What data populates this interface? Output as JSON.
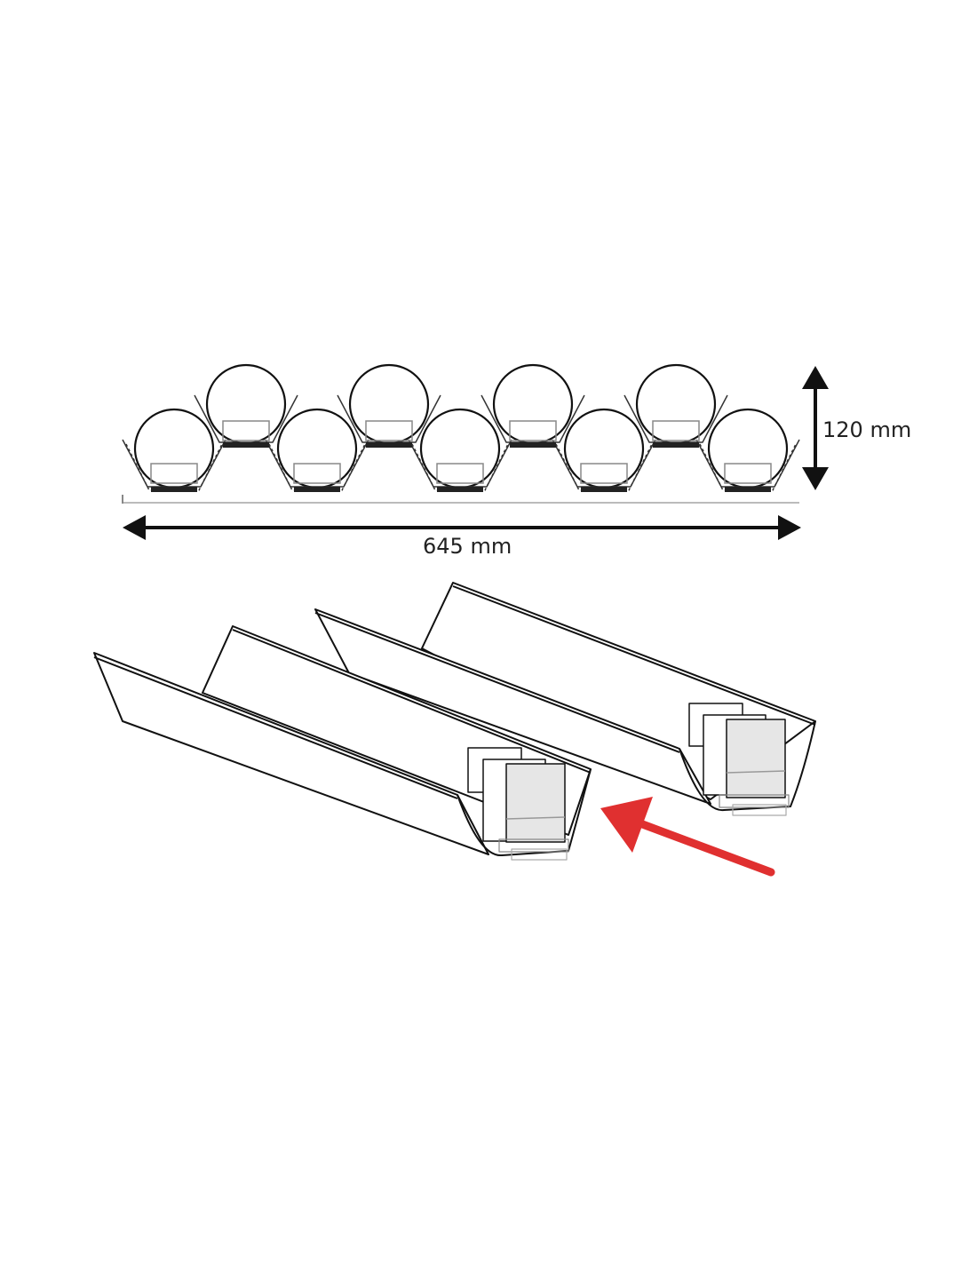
{
  "dimensions": {
    "height_label": "120 mm",
    "width_label": "645 mm"
  },
  "colors": {
    "line": "#1a1a1a",
    "panel": "#ffffff",
    "arrow": "#e03030",
    "device_face": "#e6e6e6"
  },
  "components": {
    "bottle_count": 9,
    "rail_count": 2,
    "arrow_icon": "red-pointer-arrow"
  }
}
